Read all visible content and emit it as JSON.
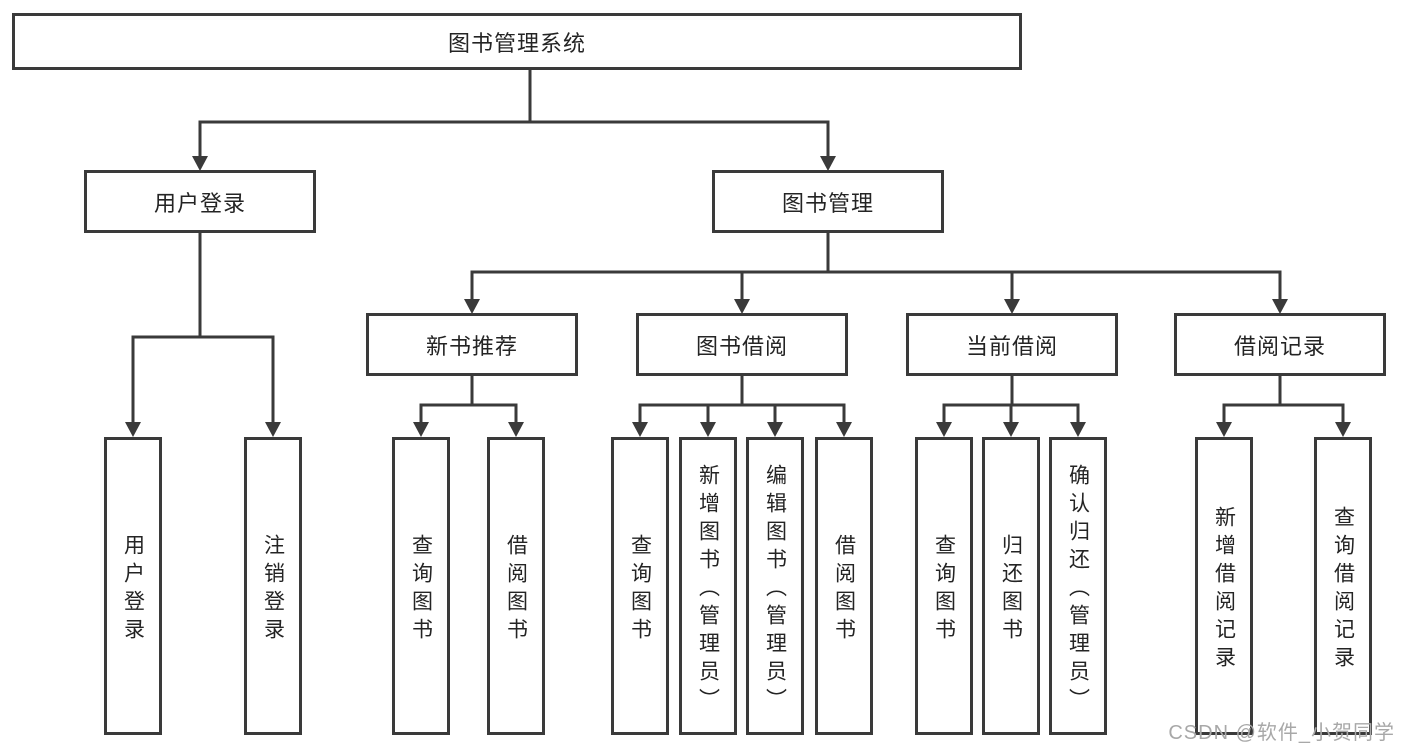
{
  "diagram": {
    "watermark": "CSDN @软件_小贺同学",
    "tree": {
      "label": "图书管理系统",
      "children": [
        {
          "label": "用户登录",
          "children": [
            {
              "label": "用户登录"
            },
            {
              "label": "注销登录"
            }
          ]
        },
        {
          "label": "图书管理",
          "children": [
            {
              "label": "新书推荐",
              "children": [
                {
                  "label": "查询图书"
                },
                {
                  "label": "借阅图书"
                }
              ]
            },
            {
              "label": "图书借阅",
              "children": [
                {
                  "label": "查询图书"
                },
                {
                  "label": "新增图书（管理员）"
                },
                {
                  "label": "编辑图书（管理员）"
                },
                {
                  "label": "借阅图书"
                }
              ]
            },
            {
              "label": "当前借阅",
              "children": [
                {
                  "label": "查询图书"
                },
                {
                  "label": "归还图书"
                },
                {
                  "label": "确认归还（管理员）"
                }
              ]
            },
            {
              "label": "借阅记录",
              "children": [
                {
                  "label": "新增借阅记录"
                },
                {
                  "label": "查询借阅记录"
                }
              ]
            }
          ]
        }
      ]
    }
  }
}
